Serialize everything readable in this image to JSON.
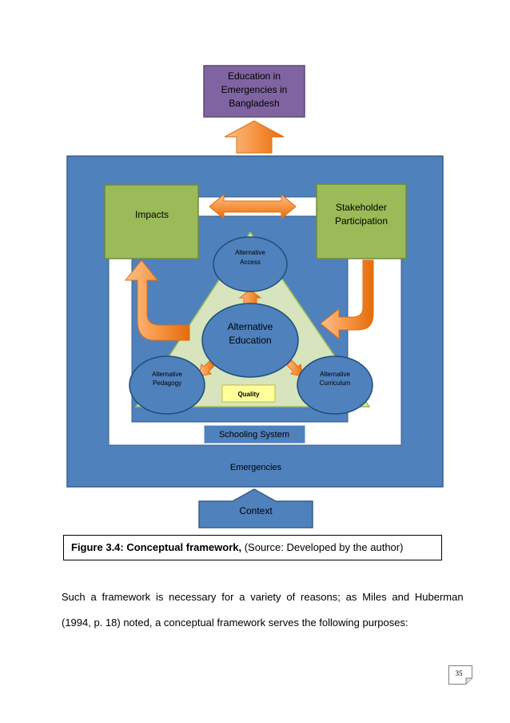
{
  "diagram": {
    "top_box": "Education in Emergencies in Bangladesh",
    "impacts": "Impacts",
    "stakeholder": "Stakeholder Participation",
    "alt_access": "Alternative Access",
    "alt_education": "Alternative Education",
    "alt_pedagogy": "Alternative Pedagogy",
    "alt_curriculum": "Alternative Curriculum",
    "quality": "Quality",
    "schooling_system": "Schooling System",
    "emergencies": "Emergencies",
    "context": "Context"
  },
  "caption": {
    "label": "Figure 3.4: Conceptual framework,",
    "rest": " (Source: Developed by the author)"
  },
  "paragraph": {
    "line1": "Such a framework is necessary for a variety of reasons; as Miles and Huberman",
    "line2": "(1994, p. 18) noted, a conceptual framework serves the following purposes:"
  },
  "page_number": "35",
  "colors": {
    "blue": "#4f81bd",
    "purple": "#8064a2",
    "green": "#9bbb59",
    "light_green": "#d7e4bd",
    "orange": "#f79646",
    "yellow": "#ffff99"
  }
}
